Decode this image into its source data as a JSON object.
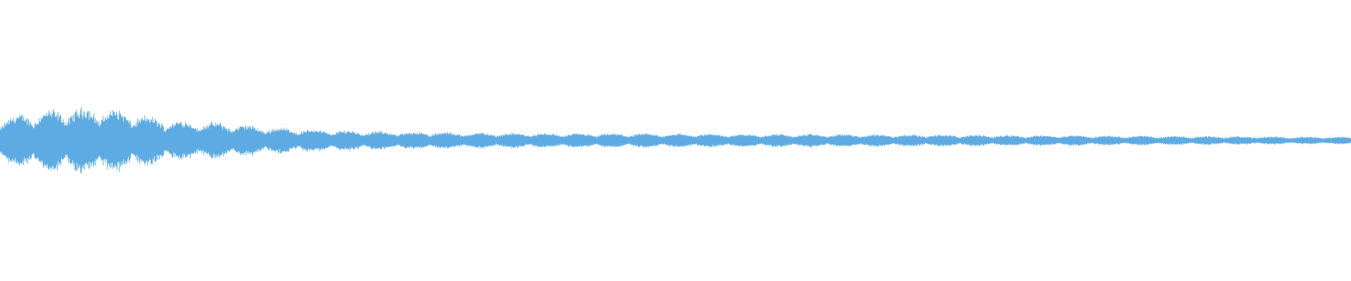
{
  "waveform": {
    "color": "#5dabe2",
    "background": "#ffffff",
    "channels": 1
  },
  "chart_data": {
    "type": "area",
    "title": "",
    "xlabel": "",
    "ylabel": "",
    "ylim": [
      -1,
      1
    ],
    "grid": false,
    "envelope_peak_amplitude": [
      0.14,
      0.18,
      0.2,
      0.21,
      0.2,
      0.16,
      0.13,
      0.12,
      0.11,
      0.09,
      0.08,
      0.07,
      0.065,
      0.06,
      0.055,
      0.055,
      0.05,
      0.05,
      0.048,
      0.046,
      0.045,
      0.045,
      0.045,
      0.044,
      0.044,
      0.043,
      0.042,
      0.042,
      0.041,
      0.04,
      0.04,
      0.039,
      0.038,
      0.037,
      0.036,
      0.035,
      0.034,
      0.033,
      0.032,
      0.031,
      0.03,
      0.029,
      0.028,
      0.027,
      0.026,
      0.025,
      0.024,
      0.023
    ]
  }
}
